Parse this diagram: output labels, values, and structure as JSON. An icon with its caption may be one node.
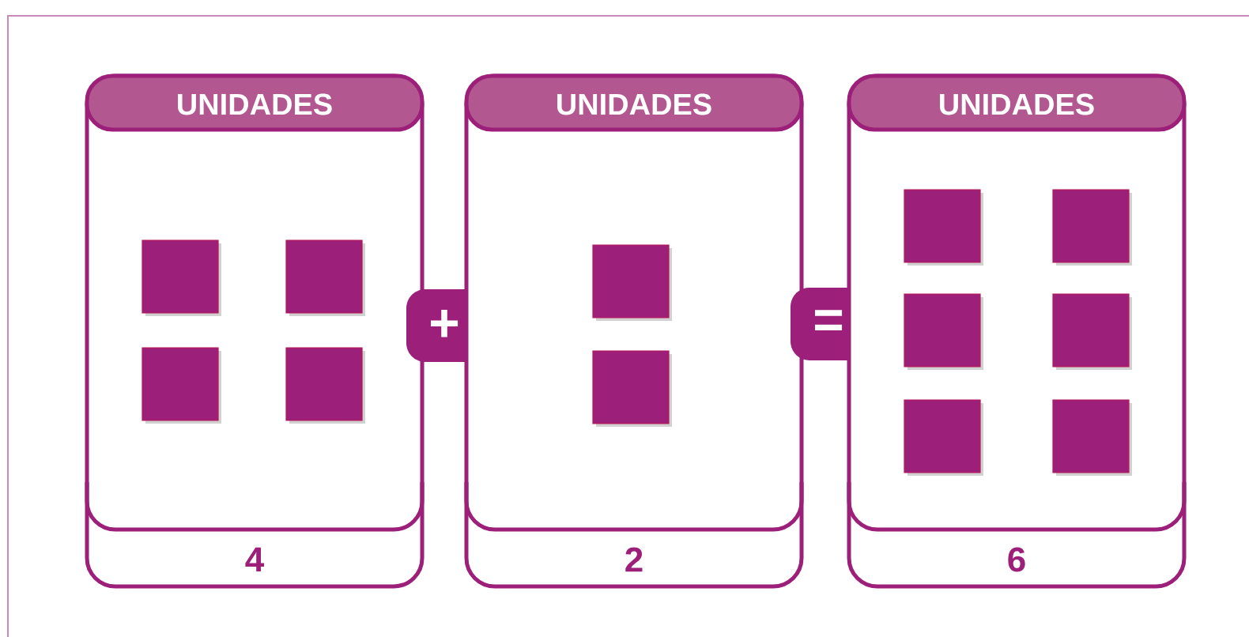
{
  "diagram": {
    "nodes": [
      {
        "text": [
          "UNIDADES",
          "4"
        ]
      },
      {
        "text": [],
        "shape": "box",
        "in": 0
      },
      {
        "text": [],
        "shape": "box",
        "in": 0
      },
      {
        "text": [],
        "shape": "box",
        "in": 0
      },
      {
        "text": [],
        "shape": "box",
        "in": 0
      },
      {
        "text": [
          "+"
        ]
      },
      {
        "text": [
          "UNIDADES",
          "2"
        ]
      },
      {
        "text": [],
        "shape": "box",
        "in": 6
      },
      {
        "text": [],
        "shape": "box",
        "in": 6
      },
      {
        "text": [
          "="
        ]
      },
      {
        "text": [
          "UNIDADES",
          "6"
        ]
      },
      {
        "text": [],
        "shape": "box",
        "in": 10
      },
      {
        "text": [],
        "shape": "box",
        "in": 10
      },
      {
        "text": [],
        "shape": "box",
        "in": 10
      },
      {
        "text": [],
        "shape": "box",
        "in": 10
      },
      {
        "text": [],
        "shape": "box",
        "in": 10
      },
      {
        "text": [],
        "shape": "box",
        "in": 10
      }
    ]
  }
}
